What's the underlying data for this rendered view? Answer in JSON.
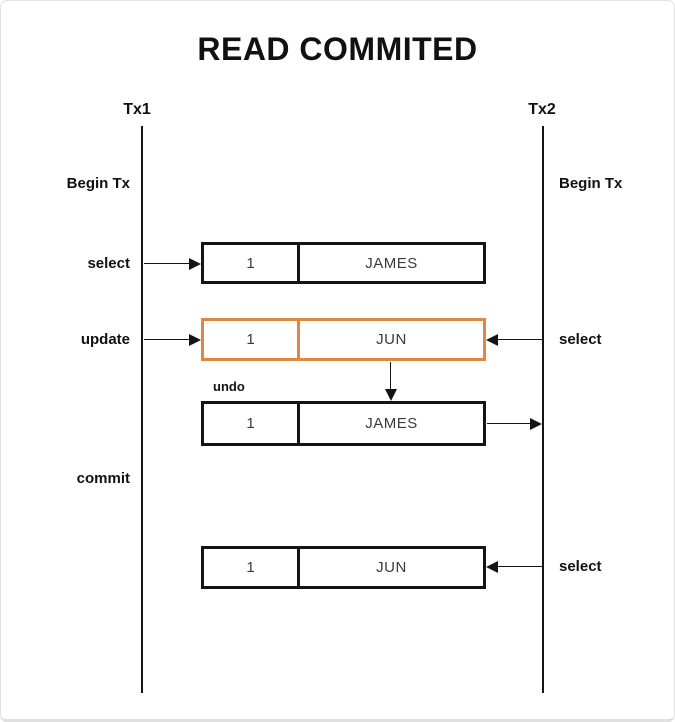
{
  "title": "READ COMMITED",
  "timelines": {
    "tx1": {
      "label": "Tx1",
      "begin": "Begin Tx"
    },
    "tx2": {
      "label": "Tx2",
      "begin": "Begin Tx"
    }
  },
  "operations": {
    "tx1_select": "select",
    "tx1_update": "update",
    "tx1_commit": "commit",
    "tx2_select_first": "select",
    "tx2_select_second": "select",
    "undo_note": "undo"
  },
  "rows": [
    {
      "id": "1",
      "value": "JAMES"
    },
    {
      "id": "1",
      "value": "JUN"
    },
    {
      "id": "1",
      "value": "JAMES"
    },
    {
      "id": "1",
      "value": "JUN"
    }
  ],
  "colors": {
    "accent": "#E0883F",
    "line": "#141414",
    "box_text": "#3A3A3A"
  }
}
